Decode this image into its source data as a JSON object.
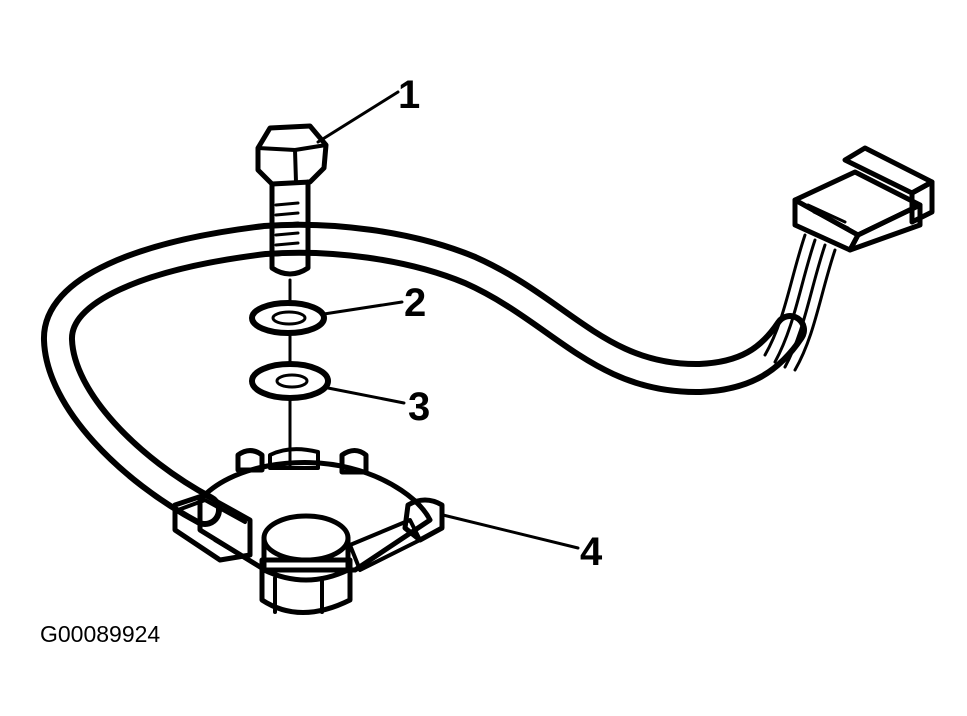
{
  "diagram": {
    "callouts": [
      {
        "id": "1",
        "label": "1",
        "part": "bolt"
      },
      {
        "id": "2",
        "label": "2",
        "part": "washer"
      },
      {
        "id": "3",
        "label": "3",
        "part": "washer"
      },
      {
        "id": "4",
        "label": "4",
        "part": "switch"
      }
    ],
    "figure_id": "G00089924"
  }
}
